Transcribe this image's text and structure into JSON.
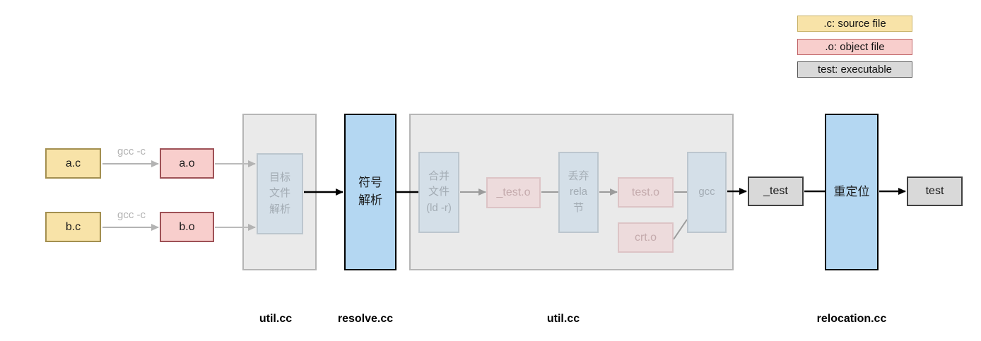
{
  "legend": {
    "source": ".c: source file",
    "object": ".o: object file",
    "executable": "test: executable"
  },
  "nodes": {
    "a_c": "a.c",
    "b_c": "b.c",
    "a_o": "a.o",
    "b_o": "b.o",
    "obj_parse": "目标\n文件\n解析",
    "resolve": "符号\n解析",
    "merge": "合并\n文件\n(ld -r)",
    "tmp_test_o": "_test.o",
    "discard_rela": "丢弃\nrela\n节",
    "test_o": "test.o",
    "crt_o": "crt.o",
    "gcc": "gcc",
    "tmp_test": "_test",
    "relocate": "重定位",
    "test_exec": "test"
  },
  "edge_labels": {
    "compile_top": "gcc -c",
    "compile_bottom": "gcc -c"
  },
  "file_labels": {
    "util1": "util.cc",
    "resolve": "resolve.cc",
    "util2": "util.cc",
    "relocation": "relocation.cc"
  },
  "colors": {
    "source_fill": "#F8E3A8",
    "source_border": "#A38F50",
    "object_fill": "#F8CECC",
    "object_border": "#9E5156",
    "executable_fill": "#D9D9D9",
    "executable_border": "#404040",
    "process_fill": "#B4D7F2",
    "process_border": "#000000",
    "container_fill": "#EAEAEA",
    "container_border": "#B5B5B5",
    "faded_process_fill": "#D4DFE8",
    "faded_object_fill": "#EDDBDC",
    "arrow_gray": "#B3B3B3",
    "arrow_inner_gray": "#9B9B9B",
    "arrow_black": "#000000"
  }
}
